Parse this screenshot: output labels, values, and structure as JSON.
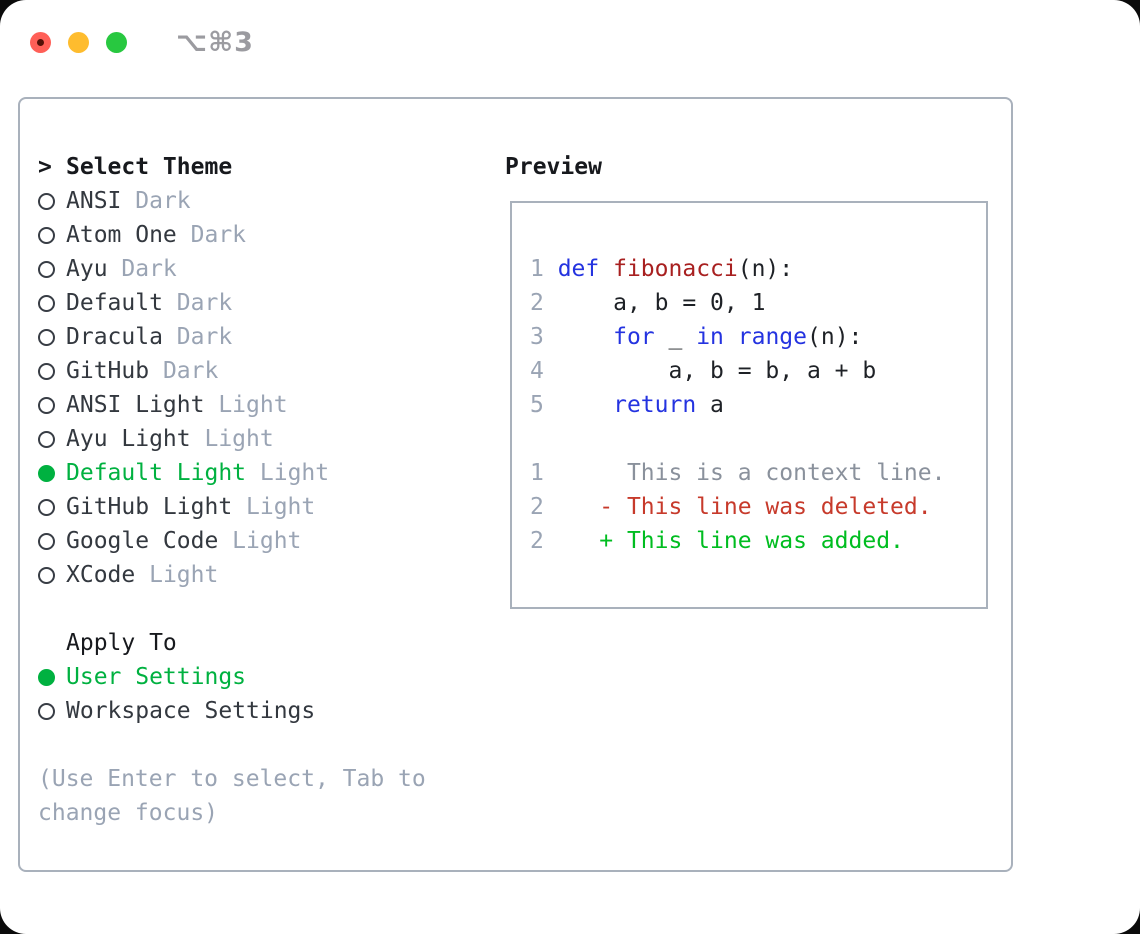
{
  "window": {
    "title": "⌥⌘3"
  },
  "traffic_lights": [
    {
      "name": "close",
      "color_key": "traffic_red",
      "has_dot": true
    },
    {
      "name": "minimize",
      "color_key": "traffic_yellow",
      "has_dot": false
    },
    {
      "name": "zoom",
      "color_key": "traffic_green",
      "has_dot": false
    }
  ],
  "theme_panel": {
    "header": {
      "marker": ">",
      "label": "Select Theme"
    },
    "themes": [
      {
        "name": "ANSI",
        "variant": "Dark",
        "selected": false
      },
      {
        "name": "Atom One",
        "variant": "Dark",
        "selected": false
      },
      {
        "name": "Ayu",
        "variant": "Dark",
        "selected": false
      },
      {
        "name": "Default",
        "variant": "Dark",
        "selected": false
      },
      {
        "name": "Dracula",
        "variant": "Dark",
        "selected": false
      },
      {
        "name": "GitHub",
        "variant": "Dark",
        "selected": false
      },
      {
        "name": "ANSI Light",
        "variant": "Light",
        "selected": false
      },
      {
        "name": "Ayu Light",
        "variant": "Light",
        "selected": false
      },
      {
        "name": "Default Light",
        "variant": "Light",
        "selected": true
      },
      {
        "name": "GitHub Light",
        "variant": "Light",
        "selected": false
      },
      {
        "name": "Google Code",
        "variant": "Light",
        "selected": false
      },
      {
        "name": "XCode",
        "variant": "Light",
        "selected": false
      }
    ],
    "apply_to": {
      "label": "Apply To",
      "options": [
        {
          "name": "User Settings",
          "selected": true
        },
        {
          "name": "Workspace Settings",
          "selected": false
        }
      ]
    },
    "hint_lines": [
      "(Use Enter to select, Tab to",
      "change focus)"
    ]
  },
  "preview": {
    "title": "Preview",
    "lines": [
      [
        {
          "t": "1 ",
          "c": "num"
        },
        {
          "t": "def",
          "c": "kw"
        },
        {
          "t": " ",
          "c": "plain"
        },
        {
          "t": "fibonacci",
          "c": "fn"
        },
        {
          "t": "(n):",
          "c": "plain"
        }
      ],
      [
        {
          "t": "2 ",
          "c": "num"
        },
        {
          "t": "    a, b = 0, 1",
          "c": "plain"
        }
      ],
      [
        {
          "t": "3 ",
          "c": "num"
        },
        {
          "t": "    ",
          "c": "plain"
        },
        {
          "t": "for",
          "c": "kw"
        },
        {
          "t": " _ ",
          "c": "plain"
        },
        {
          "t": "in",
          "c": "kw"
        },
        {
          "t": " ",
          "c": "plain"
        },
        {
          "t": "range",
          "c": "kw"
        },
        {
          "t": "(n):",
          "c": "plain"
        }
      ],
      [
        {
          "t": "4 ",
          "c": "num"
        },
        {
          "t": "        a, b = b, a + b",
          "c": "plain"
        }
      ],
      [
        {
          "t": "5 ",
          "c": "num"
        },
        {
          "t": "    ",
          "c": "plain"
        },
        {
          "t": "return",
          "c": "kw"
        },
        {
          "t": " a",
          "c": "plain"
        }
      ],
      [],
      [
        {
          "t": "1 ",
          "c": "num"
        },
        {
          "t": "     This is a context line.",
          "c": "ctx"
        }
      ],
      [
        {
          "t": "2 ",
          "c": "num"
        },
        {
          "t": "   ",
          "c": "plain"
        },
        {
          "t": "- This line was deleted.",
          "c": "del"
        }
      ],
      [
        {
          "t": "2 ",
          "c": "num"
        },
        {
          "t": "   ",
          "c": "plain"
        },
        {
          "t": "+ This line was added.",
          "c": "add"
        }
      ]
    ]
  },
  "colors": {
    "accent_green": "#00b140",
    "added_green": "#00bd20",
    "deleted_red": "#c73a2b",
    "keyword_blue": "#2433e0",
    "function_red": "#a82020",
    "context_gray": "#8a919c",
    "muted": "#9aa4b4",
    "item_text": "#33383f",
    "header_text": "#17191d",
    "code_text": "#1e2126",
    "radio_ring": "#383d45",
    "border_gray": "#a9b1bc",
    "traffic_red": "#ff5f57",
    "traffic_yellow": "#febc2e",
    "traffic_green": "#28c840",
    "title_gray": "#9b9ba0"
  }
}
